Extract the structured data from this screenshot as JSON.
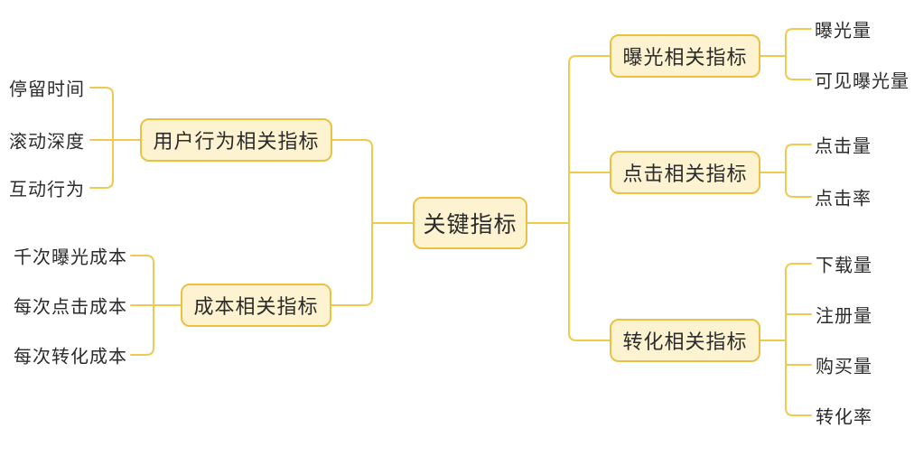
{
  "mindmap": {
    "root": {
      "label": "关键指标"
    },
    "left_branches": [
      {
        "label": "用户行为相关指标",
        "children": [
          {
            "label": "停留时间"
          },
          {
            "label": "滚动深度"
          },
          {
            "label": "互动行为"
          }
        ]
      },
      {
        "label": "成本相关指标",
        "children": [
          {
            "label": "千次曝光成本"
          },
          {
            "label": "每次点击成本"
          },
          {
            "label": "每次转化成本"
          }
        ]
      }
    ],
    "right_branches": [
      {
        "label": "曝光相关指标",
        "children": [
          {
            "label": "曝光量"
          },
          {
            "label": "可见曝光量"
          }
        ]
      },
      {
        "label": "点击相关指标",
        "children": [
          {
            "label": "点击量"
          },
          {
            "label": "点击率"
          }
        ]
      },
      {
        "label": "转化相关指标",
        "children": [
          {
            "label": "下载量"
          },
          {
            "label": "注册量"
          },
          {
            "label": "购买量"
          },
          {
            "label": "转化率"
          }
        ]
      }
    ],
    "colors": {
      "node_fill": "#FDF3D0",
      "node_border": "#E9C143",
      "connector_line": "#F0C951",
      "text": "#2B2B2B",
      "background": "#FFFFFF"
    }
  }
}
